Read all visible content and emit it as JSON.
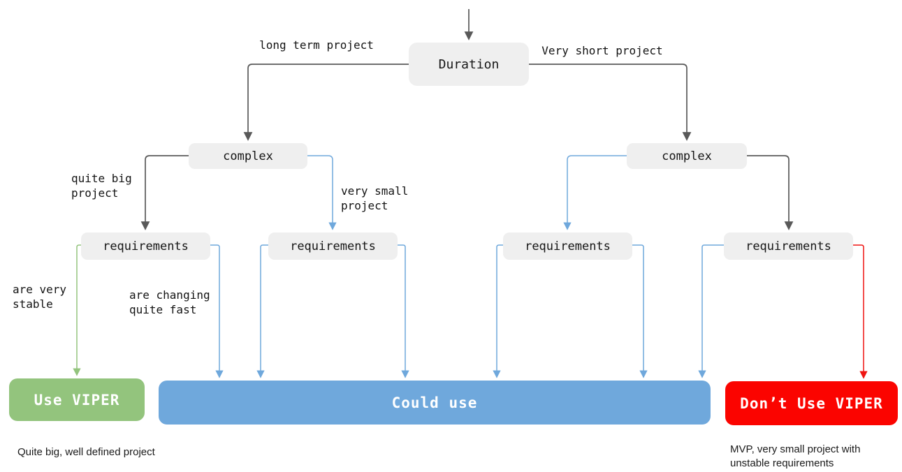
{
  "nodes": {
    "duration": "Duration",
    "complex_left": "complex",
    "complex_right": "complex",
    "requirements_1": "requirements",
    "requirements_2": "requirements",
    "requirements_3": "requirements",
    "requirements_4": "requirements"
  },
  "outcomes": {
    "use_viper": "Use VIPER",
    "could_use": "Could use",
    "dont_use_viper": "Don’t Use VIPER"
  },
  "edge_labels": {
    "long_term": "long term project",
    "very_short": "Very short project",
    "quite_big": "quite big\nproject",
    "very_small": "very small\nproject",
    "very_stable": "are very\nstable",
    "changing_fast": "are changing\nquite fast"
  },
  "captions": {
    "left": "Quite big, well defined project",
    "right": "MVP, very small project with\nunstable requirements"
  },
  "colors": {
    "node_fill": "#efefef",
    "edge_dark": "#595959",
    "edge_blue": "#6fa8dc",
    "edge_green": "#93c47d",
    "edge_red": "#ef1411",
    "use_viper_fill": "#93c47d",
    "could_use_fill": "#6fa8dc",
    "dont_use_fill": "#fb0400",
    "outcome_text": "#ffffff"
  }
}
